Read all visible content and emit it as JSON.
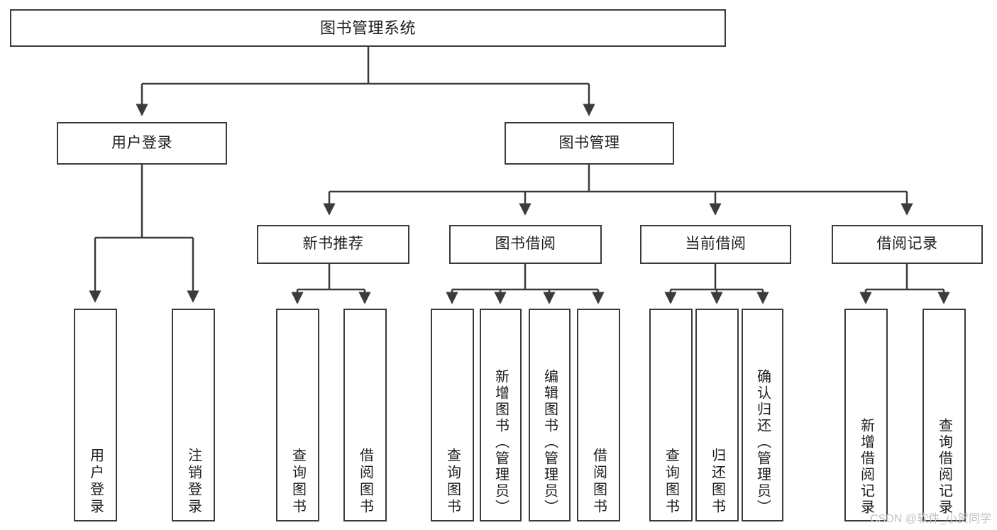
{
  "diagram": {
    "title": "图书管理系统",
    "type": "function-structure-tree",
    "watermark": "CSDN @软件_小贺同学",
    "colors": {
      "background": "#ffffff",
      "box_border": "#3b3b3b",
      "connector": "#3b3b3b",
      "text": "#1d1d1d",
      "watermark": "#c2c2c2"
    }
  },
  "root": {
    "label": "图书管理系统"
  },
  "level2": [
    {
      "label": "用户登录"
    },
    {
      "label": "图书管理"
    }
  ],
  "level3": [
    {
      "label": "新书推荐"
    },
    {
      "label": "图书借阅"
    },
    {
      "label": "当前借阅"
    },
    {
      "label": "借阅记录"
    }
  ],
  "leaves": {
    "user_login": [
      {
        "label": "用户登录"
      },
      {
        "label": "注销登录"
      }
    ],
    "new_book_recommend": [
      {
        "label": "查询图书"
      },
      {
        "label": "借阅图书"
      }
    ],
    "book_borrow": [
      {
        "label": "查询图书"
      },
      {
        "label": "新增图书（管理员）"
      },
      {
        "label": "编辑图书（管理员）"
      },
      {
        "label": "借阅图书"
      }
    ],
    "current_borrow": [
      {
        "label": "查询图书"
      },
      {
        "label": "归还图书"
      },
      {
        "label": "确认归还（管理员）"
      }
    ],
    "borrow_record": [
      {
        "label": "新增借阅记录"
      },
      {
        "label": "查询借阅记录"
      }
    ]
  }
}
